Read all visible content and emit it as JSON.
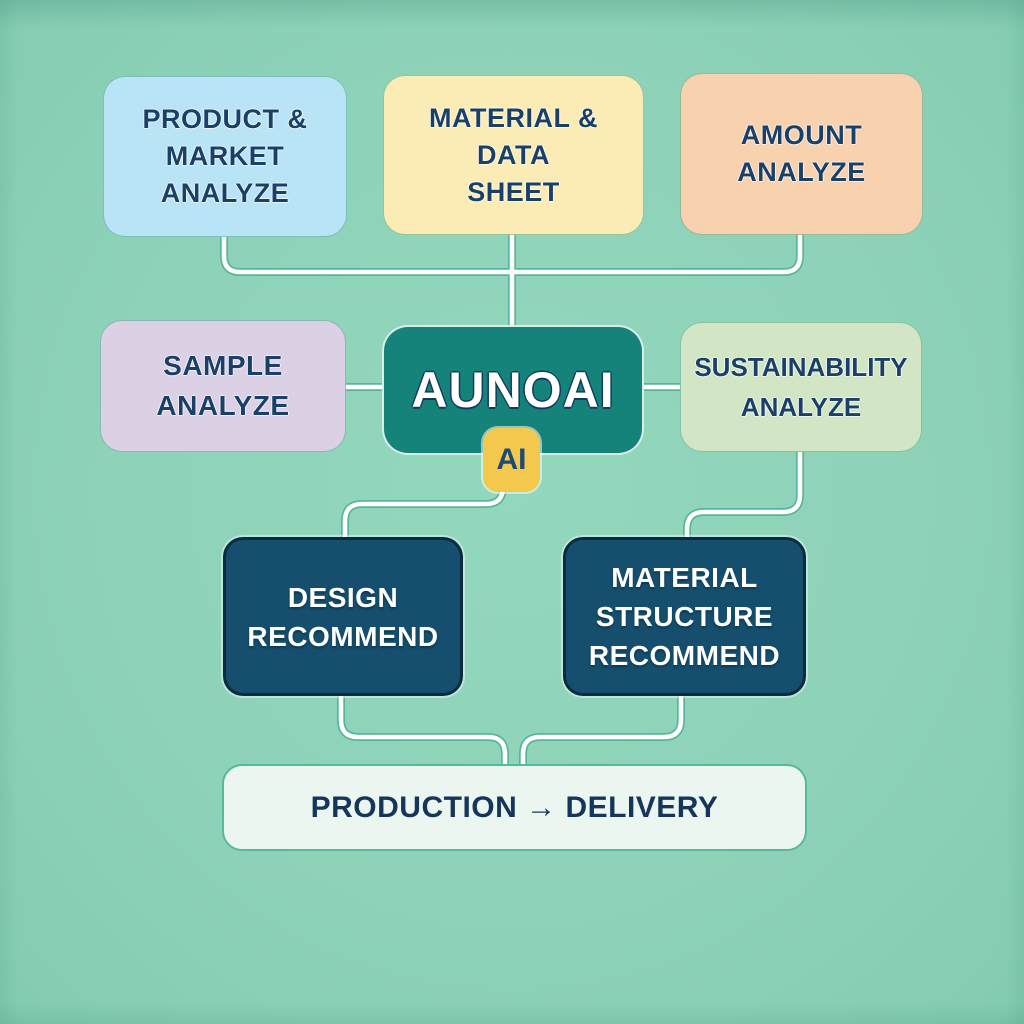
{
  "diagram": {
    "title": "AUNOAI process flow",
    "nodes": {
      "product_market": {
        "lines": [
          "PRODUCT &",
          "MARKET",
          "ANALYZE"
        ],
        "bg": "#b9e4f6"
      },
      "material_data": {
        "lines": [
          "MATERIAL &",
          "DATA",
          "SHEET"
        ],
        "bg": "#fbecb6"
      },
      "amount": {
        "lines": [
          "AMOUNT",
          "ANALYZE"
        ],
        "bg": "#f8d1af"
      },
      "sample": {
        "lines": [
          "SAMPLE",
          "ANALYZE"
        ],
        "bg": "#dcd1e4"
      },
      "aunoai": {
        "label": "AUNOAI",
        "bg": "#15837a"
      },
      "ai_badge": {
        "label": "AI",
        "bg": "#f4c84d"
      },
      "sustainability": {
        "lines": [
          "SUSTAINABILITY",
          "ANALYZE"
        ],
        "bg": "#d2e6c6"
      },
      "design": {
        "lines": [
          "DESIGN",
          "RECOMMEND"
        ],
        "bg": "#154f6d"
      },
      "material_structure": {
        "lines": [
          "MATERIAL",
          "STRUCTURE",
          "RECOMMEND"
        ],
        "bg": "#154f6d"
      },
      "production": {
        "label": "PRODUCTION → DELIVERY",
        "bg": "#ecf6f0"
      }
    },
    "palette": {
      "background": "#8dd2b8",
      "connector": "#ffffff",
      "connector_halo": "#57b69a",
      "text_dark": "#1a4068",
      "text_light": "#ffffff",
      "dark_node_border": "#0a2b40",
      "production_border": "#55b99c"
    }
  }
}
